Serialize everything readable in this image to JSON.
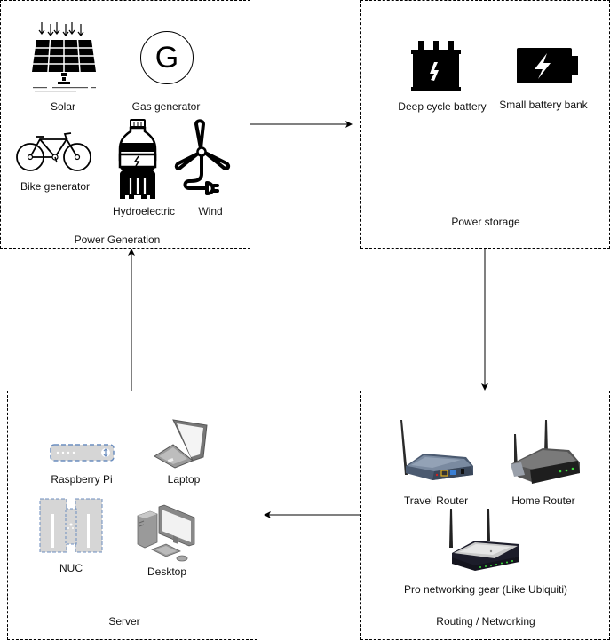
{
  "groups": {
    "power_generation": {
      "title": "Power Generation",
      "items": {
        "solar": "Solar",
        "gas_generator": "Gas generator",
        "gas_generator_symbol": "G",
        "bike_generator": "Bike generator",
        "hydroelectric": "Hydroelectric",
        "wind": "Wind"
      }
    },
    "power_storage": {
      "title": "Power storage",
      "items": {
        "deep_cycle_battery": "Deep cycle battery",
        "small_battery_bank": "Small battery bank"
      }
    },
    "server": {
      "title": "Server",
      "items": {
        "raspberry_pi": "Raspberry Pi",
        "laptop": "Laptop",
        "nuc": "NUC",
        "desktop": "Desktop"
      }
    },
    "routing": {
      "title": "Routing / Networking",
      "items": {
        "travel_router": "Travel Router",
        "home_router": "Home Router",
        "pro_gear": "Pro networking gear (Like Ubiquiti)"
      }
    }
  },
  "connections": [
    {
      "from": "Power Generation",
      "to": "Power storage"
    },
    {
      "from": "Power storage",
      "to": "Routing / Networking"
    },
    {
      "from": "Routing / Networking",
      "to": "Server"
    },
    {
      "from": "Server",
      "to": "Power Generation"
    }
  ],
  "colors": {
    "line": "#000000",
    "device_blue": "#6c8ebf",
    "device_gray": "#d6d6d6",
    "led_green": "#3ddc3d"
  }
}
